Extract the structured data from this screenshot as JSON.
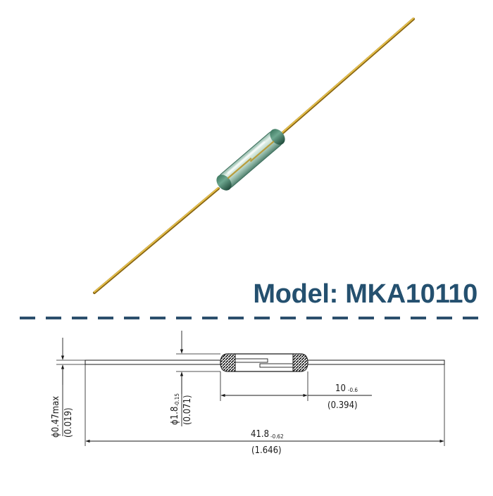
{
  "model_label": "Model: MKA10110",
  "colors": {
    "title": "#24506f",
    "dash_separator": "#2c4f6c",
    "lead_gold": "#c6a02a",
    "glass_body": "#9fc4b5",
    "drawing_line": "#1a1a1a"
  },
  "drawing": {
    "lead_diameter": {
      "value": "ϕ0.47max",
      "inch": "(0.019)"
    },
    "body_diameter": {
      "value": "ϕ1.8",
      "tolerance": "-0.15",
      "inch": "(0.071)"
    },
    "body_length": {
      "value": "10",
      "tolerance": "-0.6",
      "inch": "(0.394)"
    },
    "overall_length": {
      "value": "41.8",
      "tolerance": "-0.62",
      "inch": "(1.646)"
    }
  }
}
